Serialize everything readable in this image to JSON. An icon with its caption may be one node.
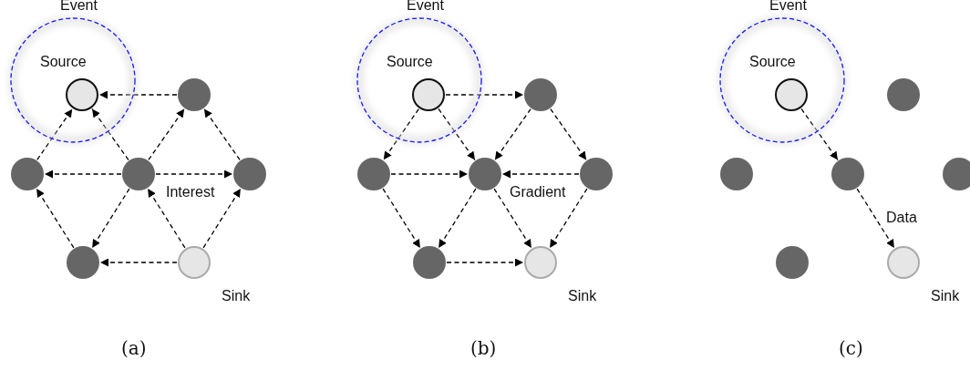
{
  "diagram": {
    "nodes": [
      {
        "text": [
          "Event"
        ]
      },
      {
        "text": [],
        "shape": "circle",
        "in": 0,
        "beside": [
          "Source"
        ]
      },
      {
        "text": [],
        "shape": "circle"
      },
      {
        "text": [],
        "shape": "circle"
      },
      {
        "text": [],
        "shape": "circle"
      },
      {
        "text": [],
        "shape": "circle"
      },
      {
        "text": [],
        "shape": "circle"
      },
      {
        "text": [],
        "shape": "circle",
        "beside": [
          "Sink"
        ]
      },
      {
        "text": [
          "Event"
        ]
      },
      {
        "text": [],
        "shape": "circle",
        "in": 8,
        "beside": [
          "Source"
        ]
      },
      {
        "text": [],
        "shape": "circle"
      },
      {
        "text": [],
        "shape": "circle"
      },
      {
        "text": [],
        "shape": "circle"
      },
      {
        "text": [],
        "shape": "circle"
      },
      {
        "text": [],
        "shape": "circle"
      },
      {
        "text": [],
        "shape": "circle",
        "beside": [
          "Sink"
        ]
      },
      {
        "text": [
          "Event"
        ]
      },
      {
        "text": [],
        "shape": "circle",
        "in": 16,
        "beside": [
          "Source"
        ]
      },
      {
        "text": [],
        "shape": "circle"
      },
      {
        "text": [],
        "shape": "circle"
      },
      {
        "text": [],
        "shape": "circle"
      },
      {
        "text": [],
        "shape": "circle"
      },
      {
        "text": [],
        "shape": "circle"
      },
      {
        "text": [],
        "shape": "circle",
        "beside": [
          "Sink"
        ]
      }
    ],
    "edges": [
      {
        "from": 2,
        "to": 1,
        "arrow": "to",
        "style": "dashed"
      },
      {
        "from": 3,
        "to": 1,
        "arrow": "to",
        "style": "dashed"
      },
      {
        "from": 4,
        "to": 1,
        "arrow": "to",
        "style": "dashed"
      },
      {
        "from": 4,
        "to": 3,
        "arrow": "to",
        "style": "dashed"
      },
      {
        "from": 4,
        "to": 5,
        "arrow": "to",
        "style": "dashed"
      },
      {
        "from": 4,
        "to": 2,
        "arrow": "to",
        "style": "dashed"
      },
      {
        "from": 5,
        "to": 2,
        "arrow": "to",
        "style": "dashed"
      },
      {
        "from": 6,
        "to": 3,
        "arrow": "to",
        "style": "dashed"
      },
      {
        "from": 4,
        "to": 6,
        "arrow": "to",
        "style": "dashed"
      },
      {
        "from": 7,
        "to": 4,
        "arrow": "to",
        "style": "dashed"
      },
      {
        "from": 7,
        "to": 5,
        "arrow": "to",
        "style": "dashed"
      },
      {
        "from": 7,
        "to": 6,
        "arrow": "to",
        "style": "dashed"
      },
      {
        "from": 9,
        "to": 10,
        "arrow": "to",
        "style": "dashed"
      },
      {
        "from": 9,
        "to": 11,
        "arrow": "to",
        "style": "dashed"
      },
      {
        "from": 9,
        "to": 12,
        "arrow": "to",
        "style": "dashed"
      },
      {
        "from": 11,
        "to": 12,
        "arrow": "to",
        "style": "dashed"
      },
      {
        "from": 13,
        "to": 12,
        "arrow": "to",
        "style": "dashed"
      },
      {
        "from": 10,
        "to": 12,
        "arrow": "to",
        "style": "dashed"
      },
      {
        "from": 10,
        "to": 13,
        "arrow": "to",
        "style": "dashed"
      },
      {
        "from": 11,
        "to": 14,
        "arrow": "to",
        "style": "dashed"
      },
      {
        "from": 12,
        "to": 14,
        "arrow": "to",
        "style": "dashed"
      },
      {
        "from": 12,
        "to": 15,
        "arrow": "to",
        "style": "dashed"
      },
      {
        "from": 13,
        "to": 15,
        "arrow": "to",
        "style": "dashed"
      },
      {
        "from": 14,
        "to": 15,
        "arrow": "to",
        "style": "dashed"
      },
      {
        "from": 17,
        "to": 20,
        "arrow": "to",
        "style": "dashed"
      },
      {
        "from": 20,
        "to": 23,
        "arrow": "to",
        "style": "dashed"
      }
    ],
    "labels": [
      "Interest",
      "Gradient",
      "Data",
      "(a)",
      "(b)",
      "(c)"
    ]
  }
}
